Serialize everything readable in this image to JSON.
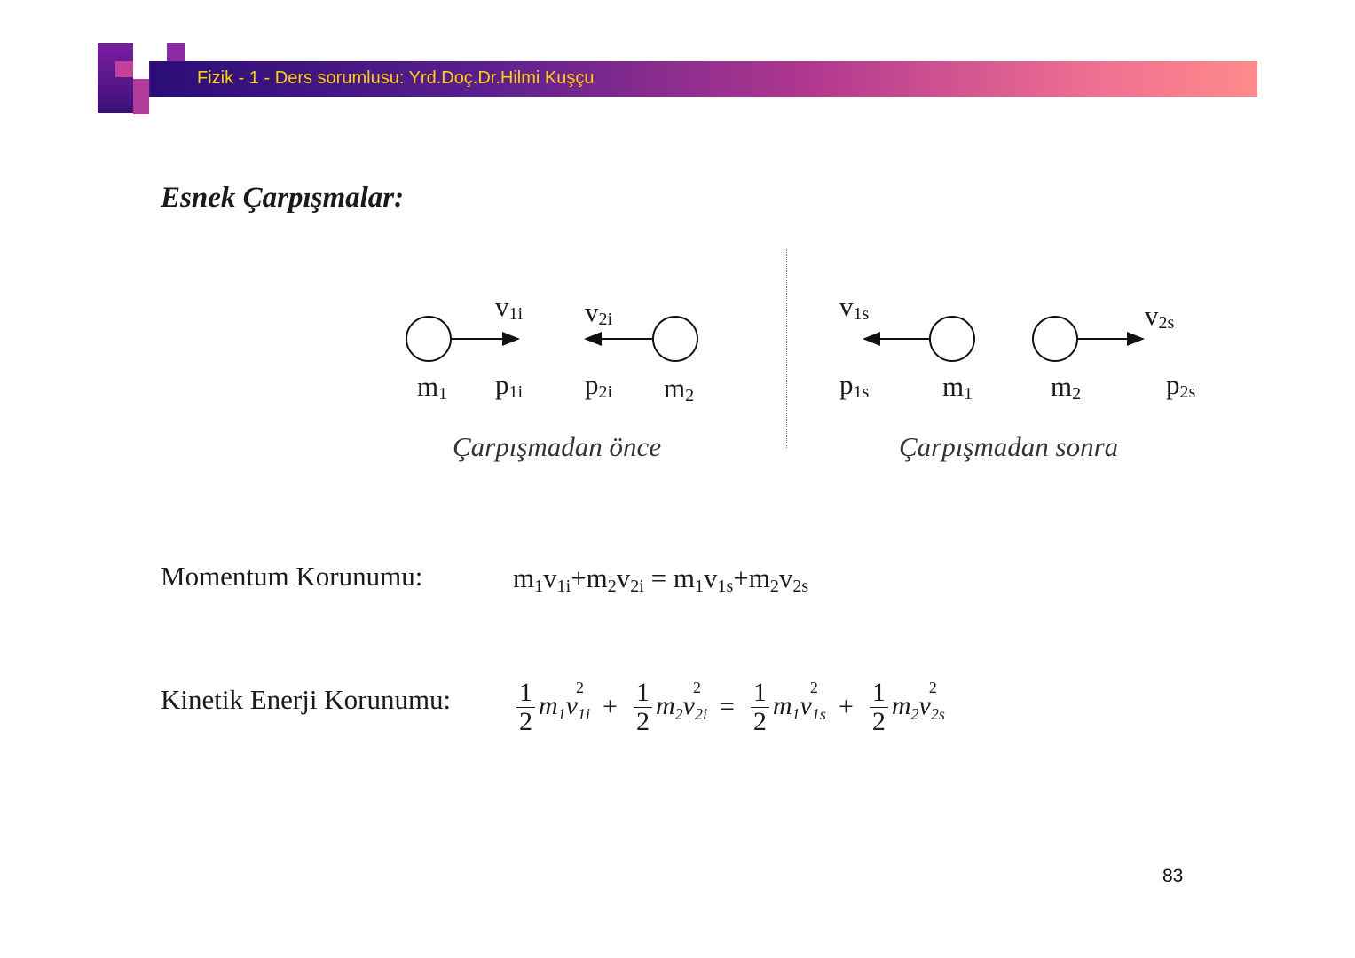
{
  "header": {
    "title": "Fizik - 1 - Ders sorumlusu: Yrd.Doç.Dr.Hilmi Kuşçu",
    "title_color": "#ffd200",
    "gradient_start": "#2a0d78",
    "gradient_end": "#ff8a8a"
  },
  "heading": "Esnek Çarpışmalar:",
  "before": {
    "v1": "v",
    "v1_sub": "1i",
    "v2": "v",
    "v2_sub": "2i",
    "m1": "m",
    "m1_sub": "1",
    "m2": "m",
    "m2_sub": "2",
    "p1": "p",
    "p1_sub": "1i",
    "p2": "p",
    "p2_sub": "2i",
    "caption": "Çarpışmadan önce"
  },
  "after": {
    "v1": "v",
    "v1_sub": "1s",
    "v2": "v",
    "v2_sub": "2s",
    "m1": "m",
    "m1_sub": "1",
    "m2": "m",
    "m2_sub": "2",
    "p1": "p",
    "p1_sub": "1s",
    "p2": "p",
    "p2_sub": "2s",
    "caption": "Çarpışmadan sonra"
  },
  "momentum": {
    "label": "Momentum Korunumu:",
    "m": "m",
    "v": "v",
    "plus": "+",
    "equals": " = ",
    "one": "1",
    "two": "2",
    "s1i": "1i",
    "s2i": "2i",
    "s1s": "1s",
    "s2s": "2s"
  },
  "kinetic": {
    "label": "Kinetik Enerji Korunumu:",
    "num": "1",
    "den": "2",
    "m": "m",
    "v": "v",
    "sq": "2",
    "plus": "+",
    "equals": "=",
    "one": "1",
    "two": "2",
    "s1i": "1i",
    "s2i": "2i",
    "s1s": "1s",
    "s2s": "2s"
  },
  "page_number": "83"
}
